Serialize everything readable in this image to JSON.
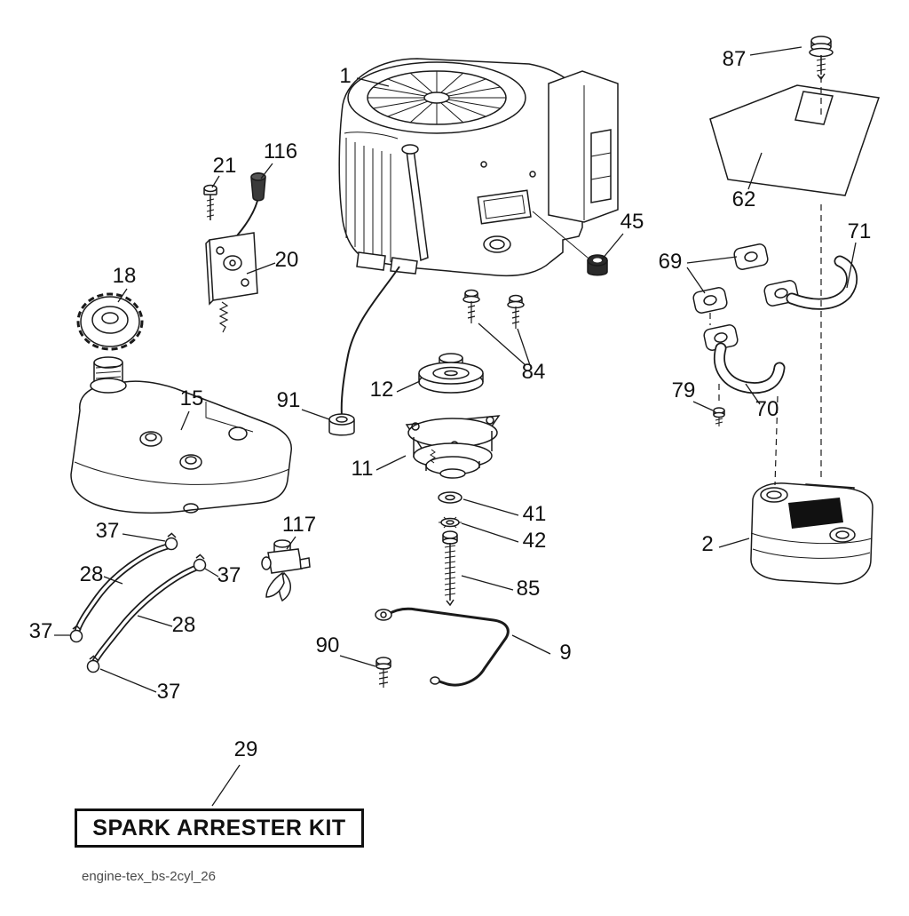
{
  "page": {
    "background": "#ffffff",
    "ink": "#1a1a1a"
  },
  "kit_box": {
    "label": "SPARK ARRESTER KIT"
  },
  "footer": {
    "filename": "engine-tex_bs-2cyl_26"
  },
  "callouts": [
    {
      "part": "engine",
      "label": "1"
    },
    {
      "part": "shield-screw",
      "label": "87"
    },
    {
      "part": "heat-shield",
      "label": "62"
    },
    {
      "part": "control-bolt",
      "label": "21"
    },
    {
      "part": "control-knob",
      "label": "116"
    },
    {
      "part": "control-bracket",
      "label": "20"
    },
    {
      "part": "fuel-cap",
      "label": "18"
    },
    {
      "part": "bushing",
      "label": "45"
    },
    {
      "part": "exhaust-gaskets",
      "label": "69"
    },
    {
      "part": "exhaust-pipe-right",
      "label": "71"
    },
    {
      "part": "fuel-tank",
      "label": "15"
    },
    {
      "part": "grommet",
      "label": "91"
    },
    {
      "part": "pulley",
      "label": "12"
    },
    {
      "part": "engine-bolts",
      "label": "84"
    },
    {
      "part": "pipe-bolt",
      "label": "79"
    },
    {
      "part": "exhaust-pipe-left",
      "label": "70"
    },
    {
      "part": "clutch",
      "label": "11"
    },
    {
      "part": "flat-washer",
      "label": "41"
    },
    {
      "part": "lock-washer",
      "label": "42"
    },
    {
      "part": "muffler",
      "label": "2"
    },
    {
      "part": "hose-clamp-a",
      "label": "37"
    },
    {
      "part": "fuel-hose-a",
      "label": "28"
    },
    {
      "part": "hose-clamp-b",
      "label": "37"
    },
    {
      "part": "fuel-hose-b",
      "label": "28"
    },
    {
      "part": "hose-clamp-c",
      "label": "37"
    },
    {
      "part": "fuel-valve",
      "label": "117"
    },
    {
      "part": "clutch-bolt",
      "label": "85"
    },
    {
      "part": "guide-bolt",
      "label": "90"
    },
    {
      "part": "guide-rod",
      "label": "9"
    },
    {
      "part": "hose-clamp-d",
      "label": "37"
    },
    {
      "part": "spark-arrester-kit",
      "label": "29"
    }
  ]
}
